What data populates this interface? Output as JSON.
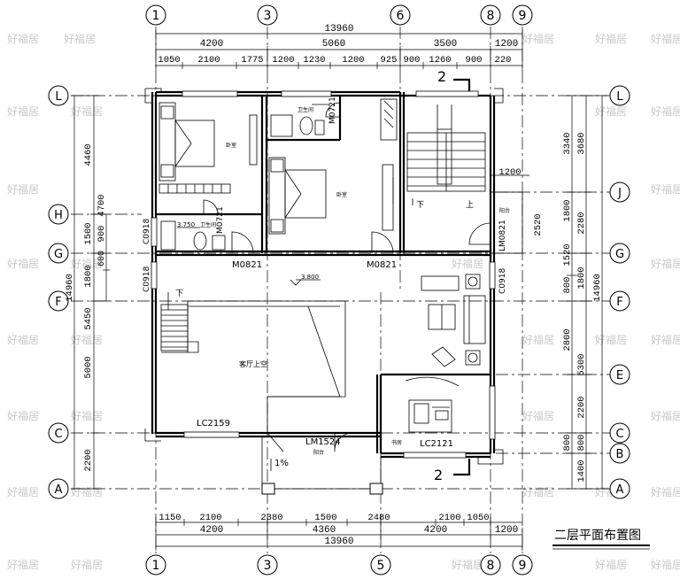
{
  "title": "二层平面布置图",
  "watermark": "好福居",
  "axes_top": [
    "1",
    "3",
    "6",
    "8",
    "9"
  ],
  "axes_bottom": [
    "1",
    "3",
    "5",
    "8",
    "9"
  ],
  "axes_left": [
    "L",
    "H",
    "G",
    "F",
    "C",
    "A"
  ],
  "axes_right": [
    "L",
    "J",
    "G",
    "F",
    "E",
    "C",
    "B",
    "A"
  ],
  "top_dims": {
    "total": "13960",
    "row2": [
      "4200",
      "5060",
      "3500",
      "1200"
    ],
    "row3": [
      "1050",
      "2100",
      "1775",
      "1200",
      "1230",
      "1200",
      "925",
      "900",
      "1260",
      "900",
      "220"
    ]
  },
  "bottom_dims": {
    "row1": [
      "1150",
      "2100",
      "2380",
      "1500",
      "2480",
      "2100",
      "1050"
    ],
    "row2": [
      "4200",
      "4360",
      "4200",
      "1200"
    ],
    "total": "13960"
  },
  "left_dims": {
    "outer": [
      "4460",
      "1500",
      "5450",
      "5000",
      "2200"
    ],
    "mid": [
      "4700",
      "900",
      "1800"
    ],
    "small": [
      "600"
    ],
    "total": "14960"
  },
  "right_dims": {
    "inner": [
      "3340",
      "1800",
      "1520",
      "800",
      "2800",
      "5300",
      "2200",
      "800",
      "1400"
    ],
    "outer": [
      "3680",
      "2280",
      "1800",
      "800"
    ],
    "total": "14960",
    "extra": [
      "1200",
      "2520"
    ]
  },
  "rooms": {
    "bedroom1": "卧室",
    "bedroom2": "卧室",
    "bath1": "卫生间",
    "bath2": "卫生间",
    "void": "客厅上空",
    "balcony1": "阳台",
    "balcony2": "阳台",
    "study": "书房"
  },
  "openings": {
    "m0721a": "M0721",
    "m0721b": "M0721",
    "m0821a": "M0821",
    "m0821b": "M0821",
    "lm0821": "LM0821",
    "lm1524": "LM1524",
    "c0918a": "C0918",
    "c0918b": "C0918",
    "c0918c": "C0918",
    "lc2159": "LC2159",
    "lc2121": "LC2121"
  },
  "levels": {
    "floor": "3.800",
    "bath": "3.750"
  },
  "slope": "1%",
  "section_mark": "2",
  "stair_down": "下",
  "stair_up": "上"
}
